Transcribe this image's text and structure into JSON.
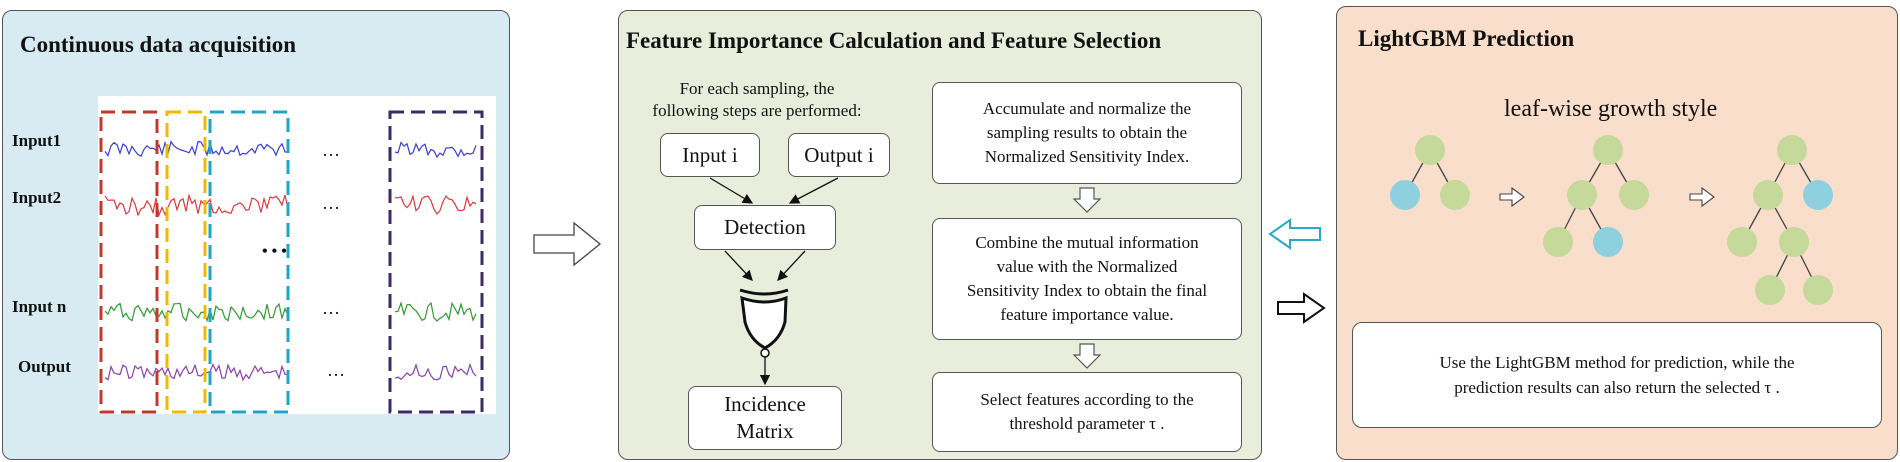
{
  "panel1": {
    "title": "Continuous data acquisition",
    "inputs": [
      "Input1",
      "Input2",
      "Input n",
      "Output"
    ],
    "ellipsis_h": "…",
    "ellipsis_v": "• • •"
  },
  "panel2": {
    "title": "Feature Importance Calculation and Feature Selection",
    "intro": "For each sampling, the\nfollowing steps are performed:",
    "input_box": "Input i",
    "output_box": "Output i",
    "detection_box": "Detection",
    "matrix_box": "Incidence\nMatrix",
    "step1": "Accumulate and normalize the\nsampling results to obtain the\nNormalized Sensitivity Index.",
    "step2": "Combine the mutual information\nvalue with the Normalized\nSensitivity Index to obtain the final\nfeature importance value.",
    "step3": "Select features according to the\nthreshold parameter τ ."
  },
  "panel3": {
    "title": "LightGBM Prediction",
    "growth_label": "leaf-wise growth style",
    "description": "Use the LightGBM method for prediction, while the\nprediction results can also return the selected τ ."
  },
  "colors": {
    "panel1_bg": "#d9ebf2",
    "panel2_bg": "#e9eedc",
    "panel3_bg": "#f8decb",
    "node_green": "#c5d99a",
    "node_blue": "#8fd0df",
    "input1_line": "#3b3bd9",
    "input2_line": "#e0373a",
    "inputn_line": "#2f9a2f",
    "output_line": "#8a3fae",
    "window_red": "#c0392b",
    "window_yellow": "#f5b800",
    "window_cyan": "#1ea5c8",
    "window_purple": "#3b2a63",
    "return_arrow": "#2aa8c8"
  }
}
